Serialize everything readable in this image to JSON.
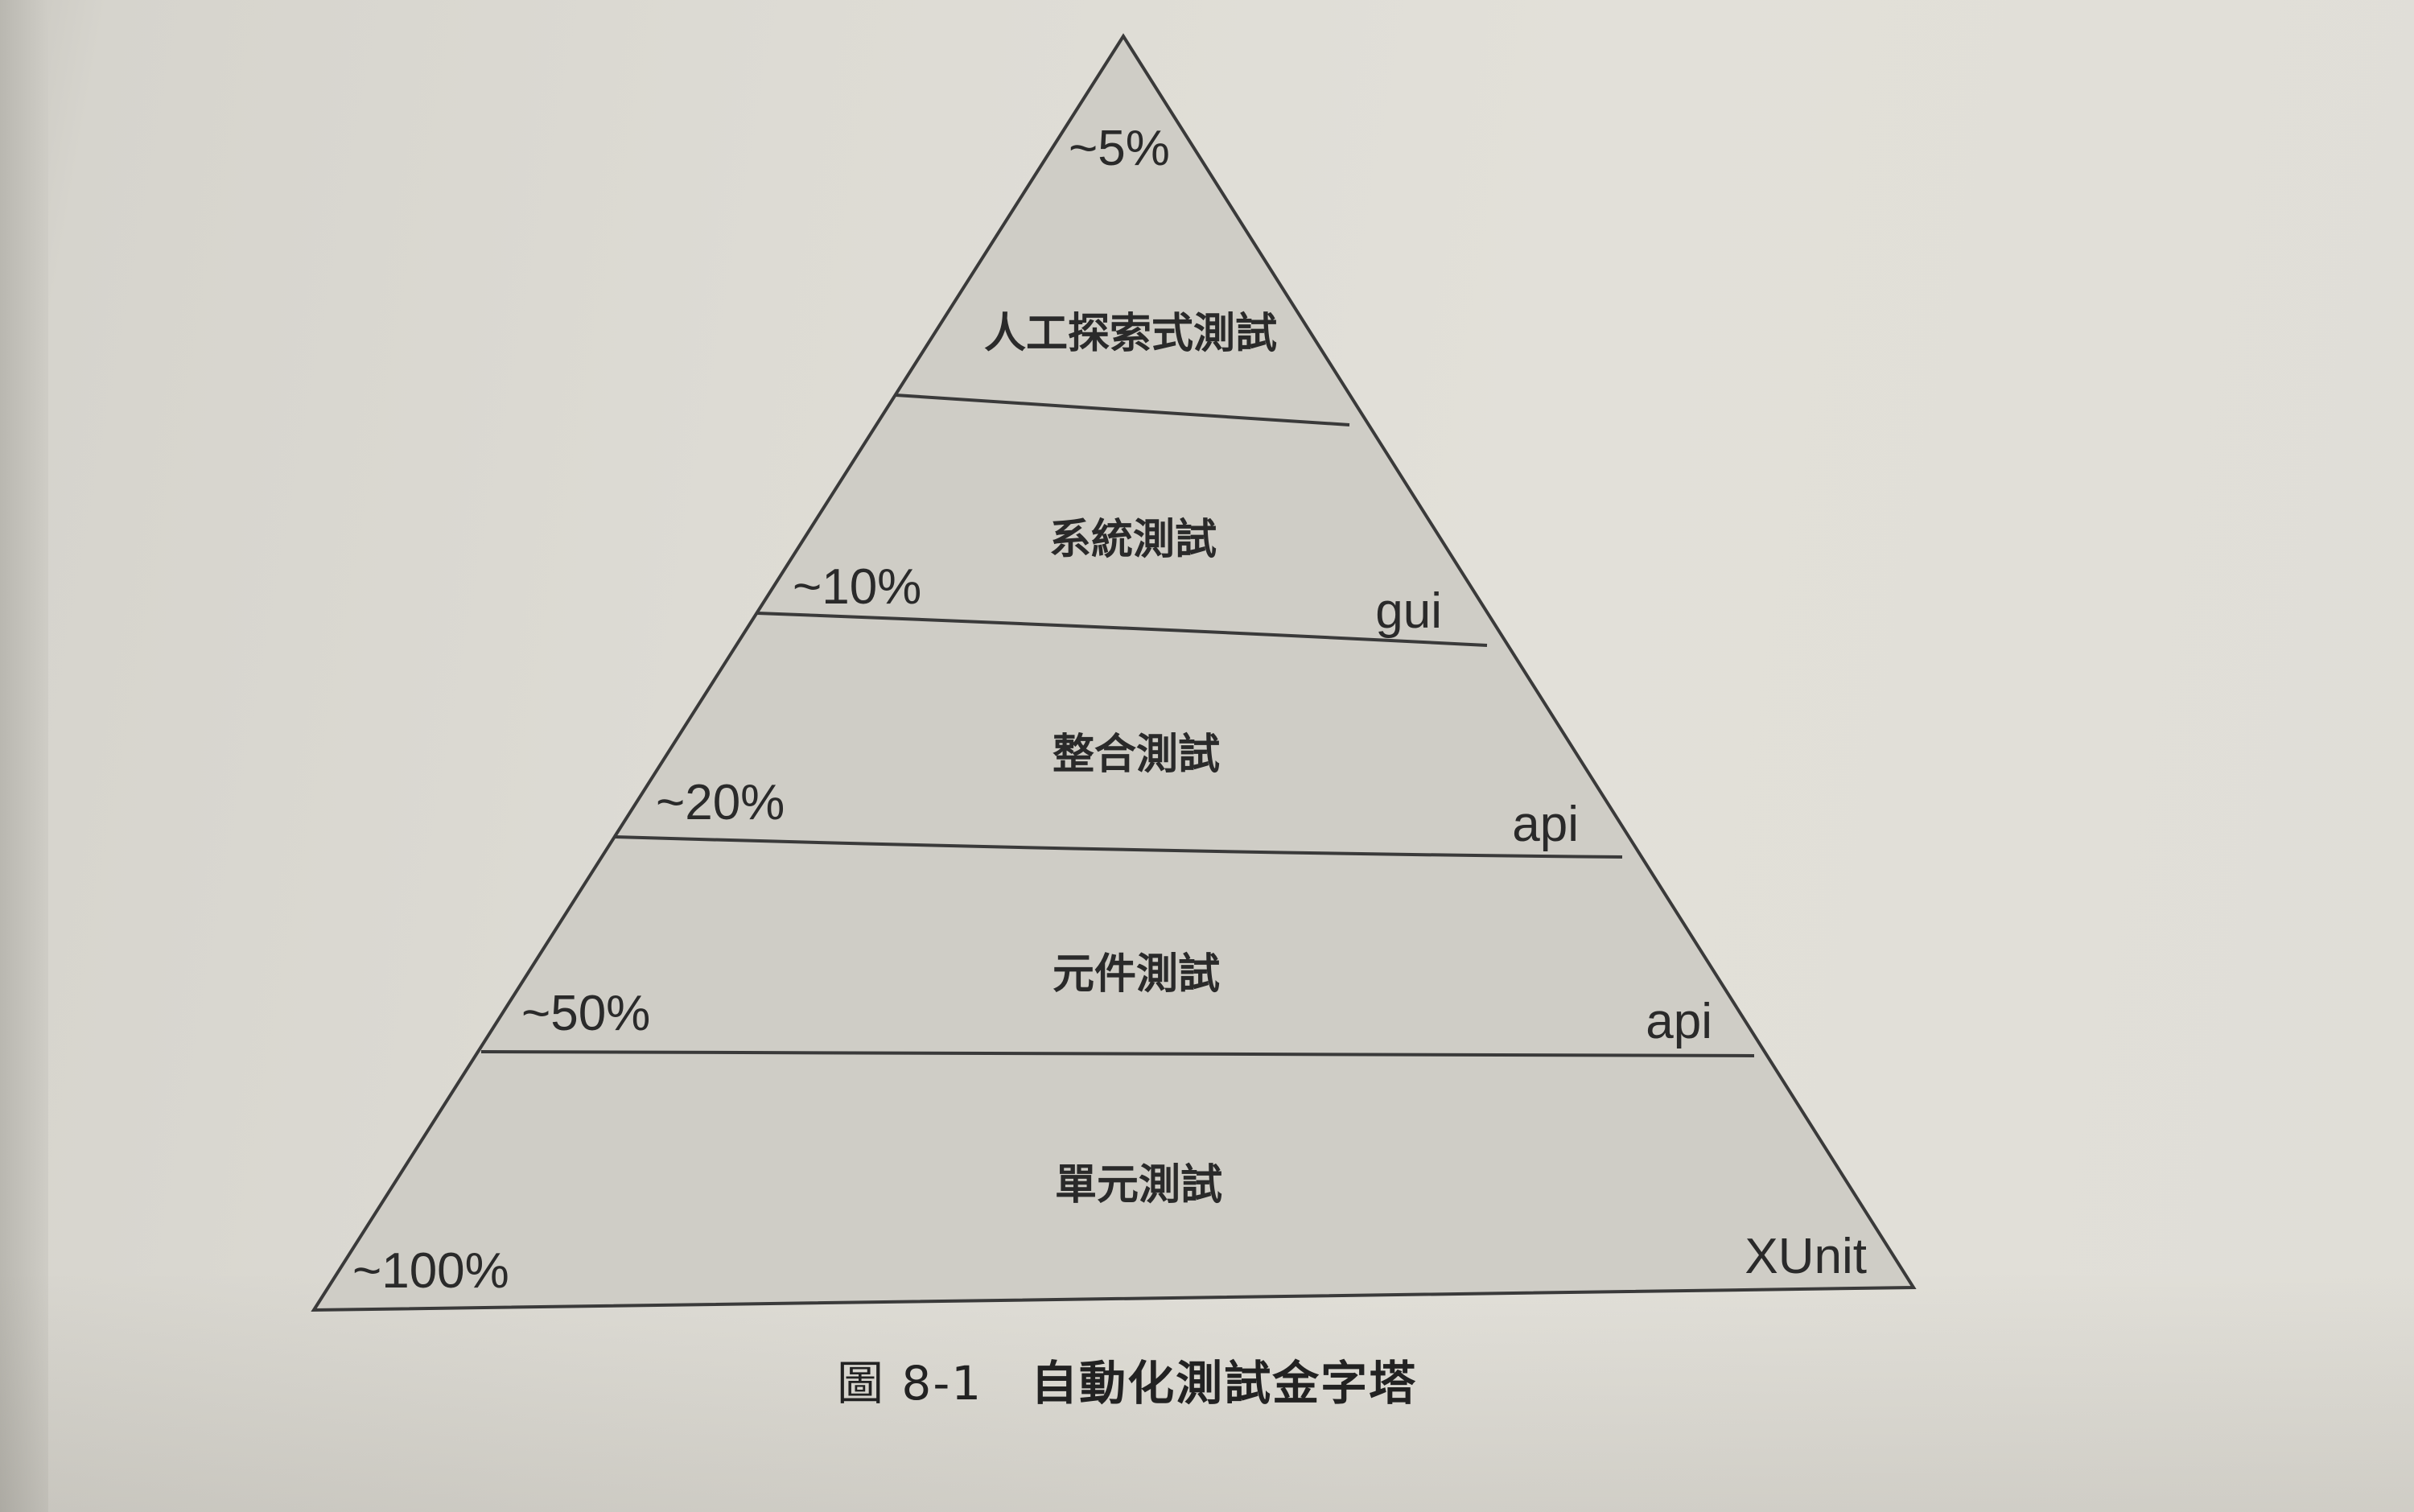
{
  "layers": [
    {
      "name": "人工探索式測試",
      "percent": "~5%",
      "tool": ""
    },
    {
      "name": "系統測試",
      "percent": "~10%",
      "tool": "gui"
    },
    {
      "name": "整合測試",
      "percent": "~20%",
      "tool": "api"
    },
    {
      "name": "元件測試",
      "percent": "~50%",
      "tool": "api"
    },
    {
      "name": "單元測試",
      "percent": "~100%",
      "tool": "XUnit"
    }
  ],
  "caption": {
    "figure_number": "圖 8-1",
    "title": "自動化測試金字塔"
  },
  "colors": {
    "pyramid_fill": "#cfcdc6",
    "outline": "#3a3a3a",
    "text": "#2a2a2a",
    "paper": "#e0ded7"
  }
}
